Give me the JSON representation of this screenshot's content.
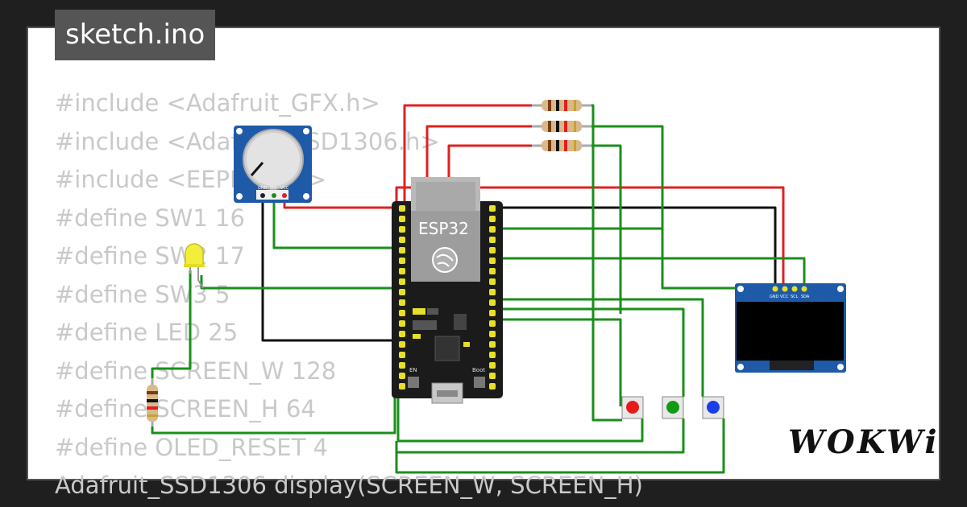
{
  "tab": {
    "filename": "sketch.ino"
  },
  "code_lines": [
    "#include <Adafruit_GFX.h>",
    "#include <Adafruit_SSD1306.h>",
    "#include <EEPROM.h>",
    "#define SW1 16",
    "#define SW2 17",
    "#define SW3 5",
    "#define LED 25",
    "#define SCREEN_W 128",
    "#define SCREEN_H 64",
    "#define OLED_RESET 4",
    "Adafruit_SSD1306 display(SCREEN_W, SCREEN_H)"
  ],
  "esp32": {
    "label": "ESP32",
    "button_en": "EN",
    "button_boot": "Boot"
  },
  "potentiometer": {
    "pins": [
      "GND",
      "SIG",
      "VCC"
    ]
  },
  "oled": {
    "pins": [
      "GND",
      "VCC",
      "SCL",
      "SDA"
    ]
  },
  "logo": "WOKWi",
  "colors": {
    "wire_red": "#e02020",
    "wire_green": "#1a8f1a",
    "wire_black": "#111111",
    "board": "#1b1b1b",
    "oled_blue": "#1e5aa8",
    "pin_yellow": "#e8e026"
  }
}
